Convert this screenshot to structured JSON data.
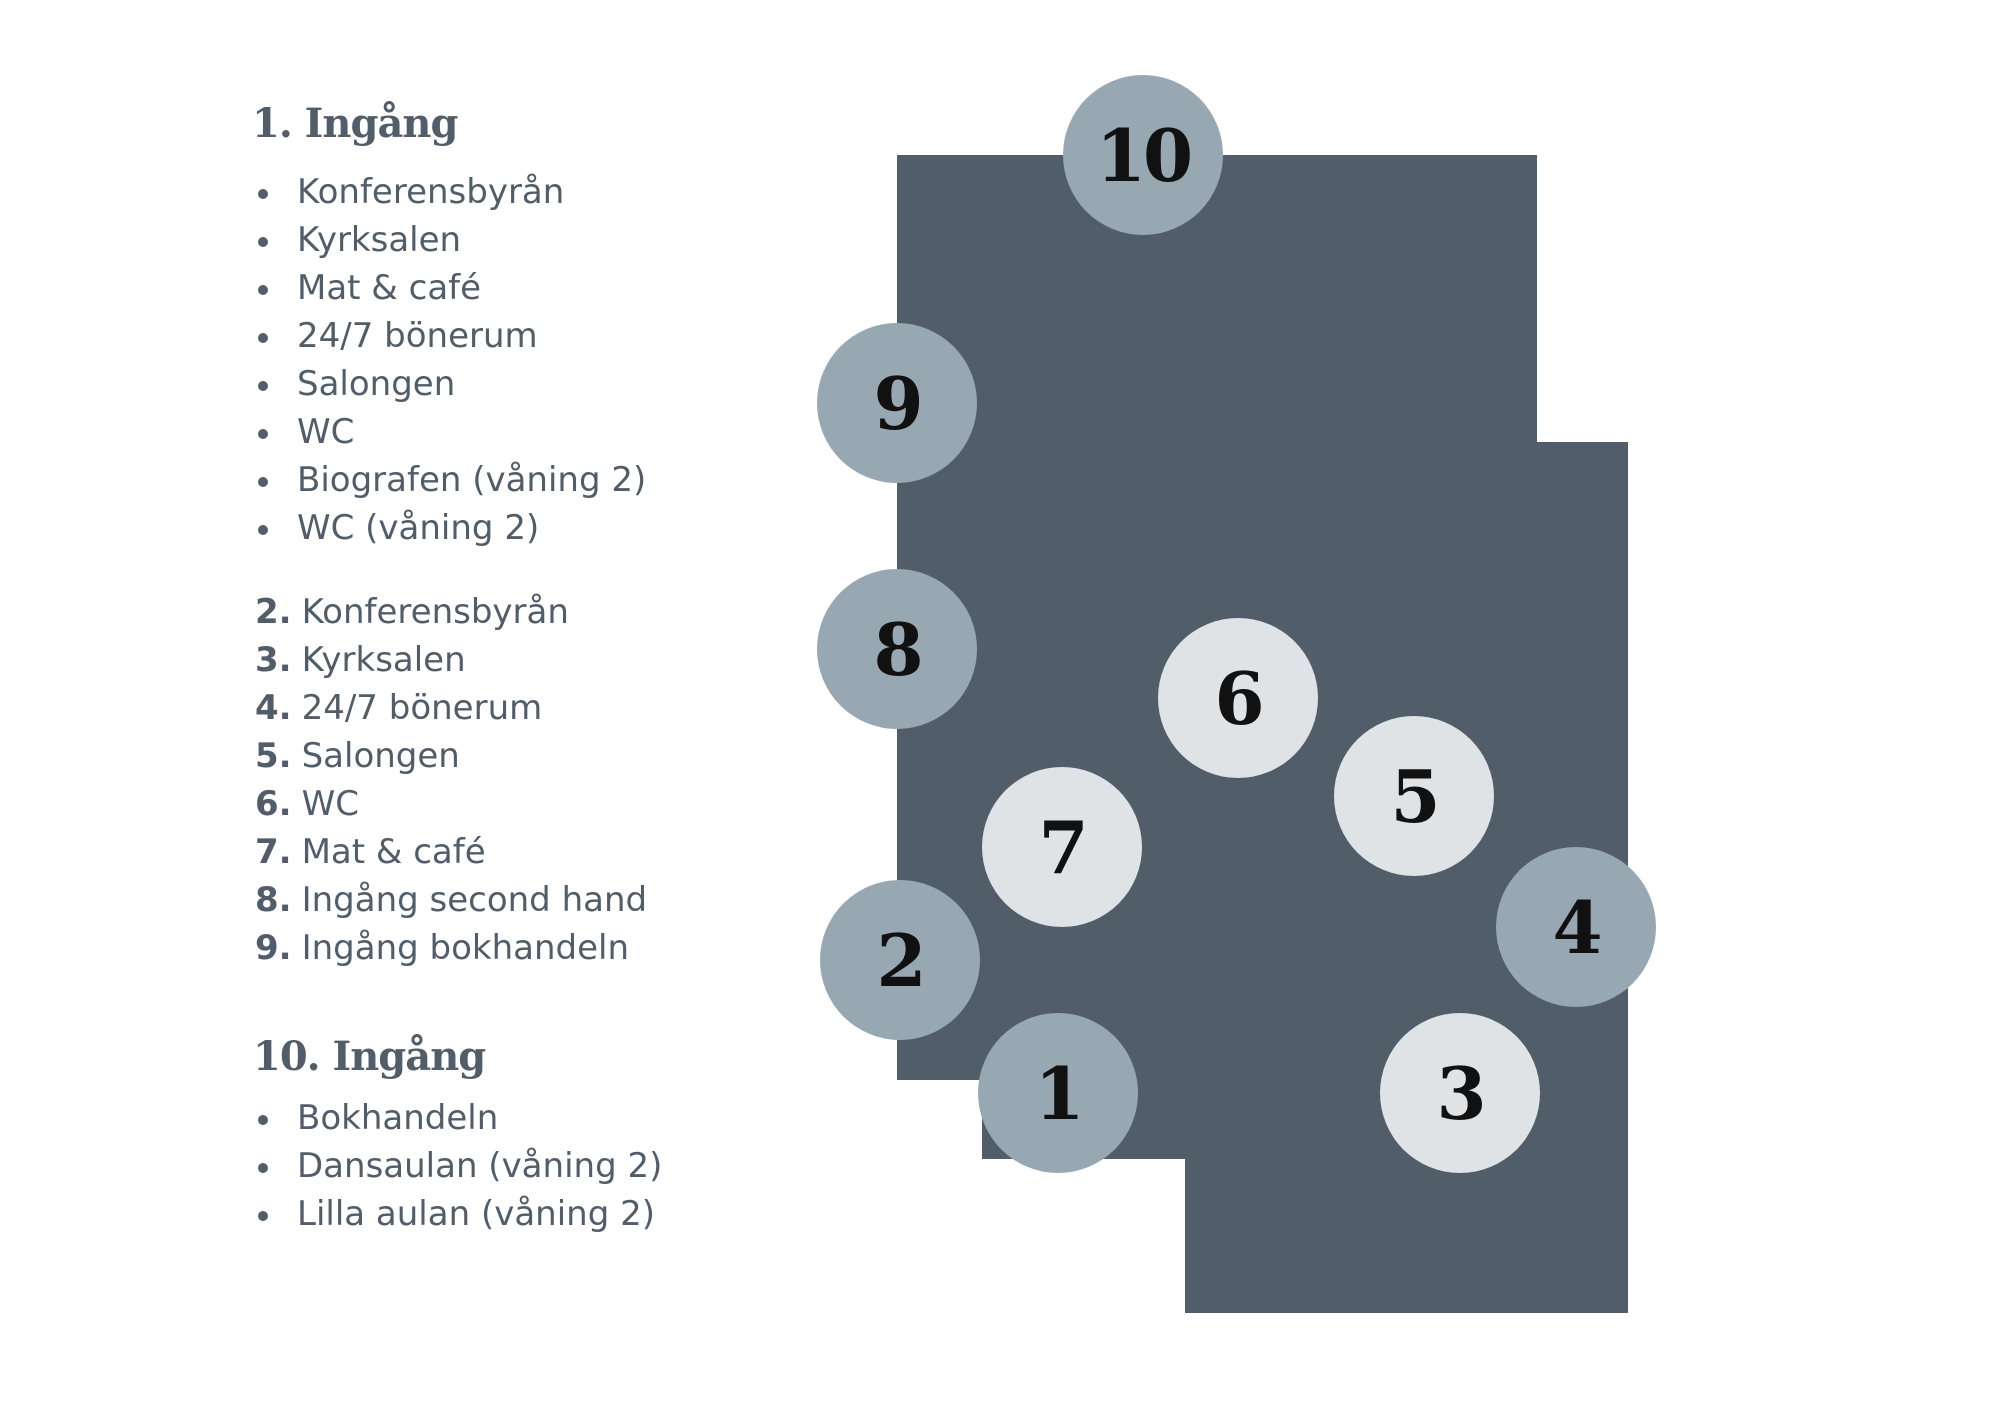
{
  "colors": {
    "building": "#515d69",
    "marker_entrance": "#98a8b3",
    "marker_room": "#dfe3e6",
    "text": "#515d69"
  },
  "legend": {
    "section1": {
      "title": "1. Ingång",
      "items": [
        "Konferensbyrån",
        "Kyrksalen",
        "Mat & café",
        "24/7 bönerum",
        "Salongen",
        "WC",
        "Biografen (våning 2)",
        "WC (våning 2)"
      ]
    },
    "numbered": [
      {
        "num": "2.",
        "label": "Konferensbyrån"
      },
      {
        "num": "3.",
        "label": "Kyrksalen"
      },
      {
        "num": "4.",
        "label": "24/7 bönerum"
      },
      {
        "num": "5.",
        "label": "Salongen"
      },
      {
        "num": "6.",
        "label": "WC"
      },
      {
        "num": "7.",
        "label": "Mat & café"
      },
      {
        "num": "8.",
        "label": "Ingång second hand"
      },
      {
        "num": "9.",
        "label": "Ingång bokhandeln"
      }
    ],
    "section10": {
      "title": "10. Ingång",
      "items": [
        "Bokhandeln",
        "Dansaulan (våning 2)",
        "Lilla aulan (våning 2)"
      ]
    }
  },
  "map": {
    "markers": [
      {
        "id": "10",
        "kind": "entrance"
      },
      {
        "id": "9",
        "kind": "entrance"
      },
      {
        "id": "8",
        "kind": "entrance"
      },
      {
        "id": "6",
        "kind": "room"
      },
      {
        "id": "5",
        "kind": "room"
      },
      {
        "id": "7",
        "kind": "room"
      },
      {
        "id": "4",
        "kind": "entrance"
      },
      {
        "id": "2",
        "kind": "entrance"
      },
      {
        "id": "1",
        "kind": "entrance"
      },
      {
        "id": "3",
        "kind": "room"
      }
    ]
  }
}
